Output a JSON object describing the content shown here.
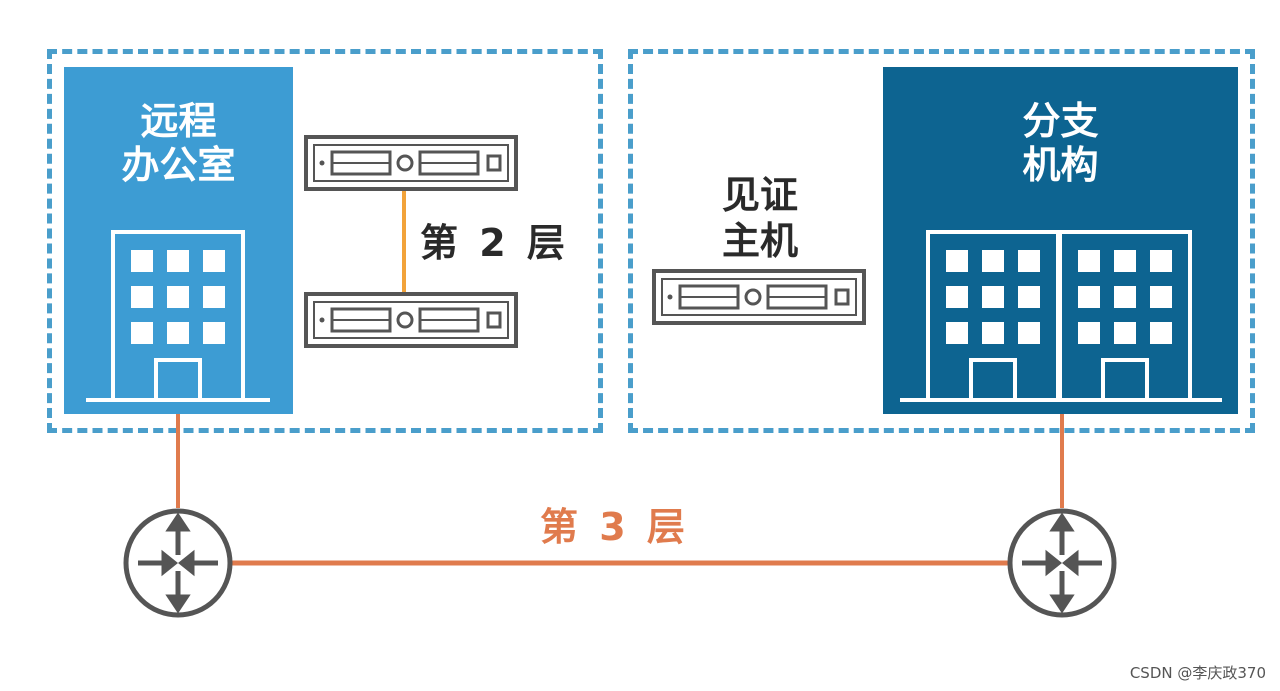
{
  "zones": {
    "left": {
      "name": "remote-office-zone"
    },
    "right": {
      "name": "branch-office-zone"
    }
  },
  "sites": {
    "remote_office": {
      "label": "远程\n办公室"
    },
    "branch_office": {
      "label": "分支\n机构"
    }
  },
  "witness": {
    "label": "见证\n主机"
  },
  "links": {
    "layer2_label": "第 2 层",
    "layer3_label": "第 3 层"
  },
  "icons": {
    "building": "building-icon",
    "server": "server-icon",
    "router": "router-icon"
  },
  "colors": {
    "zone_border": "#4a9ecb",
    "remote_site": "#3d9cd3",
    "branch_site": "#0d6491",
    "layer2_link": "#f2a33a",
    "layer3_link": "#e07b4d",
    "router": "#555555"
  },
  "watermark": "CSDN @李庆政370"
}
